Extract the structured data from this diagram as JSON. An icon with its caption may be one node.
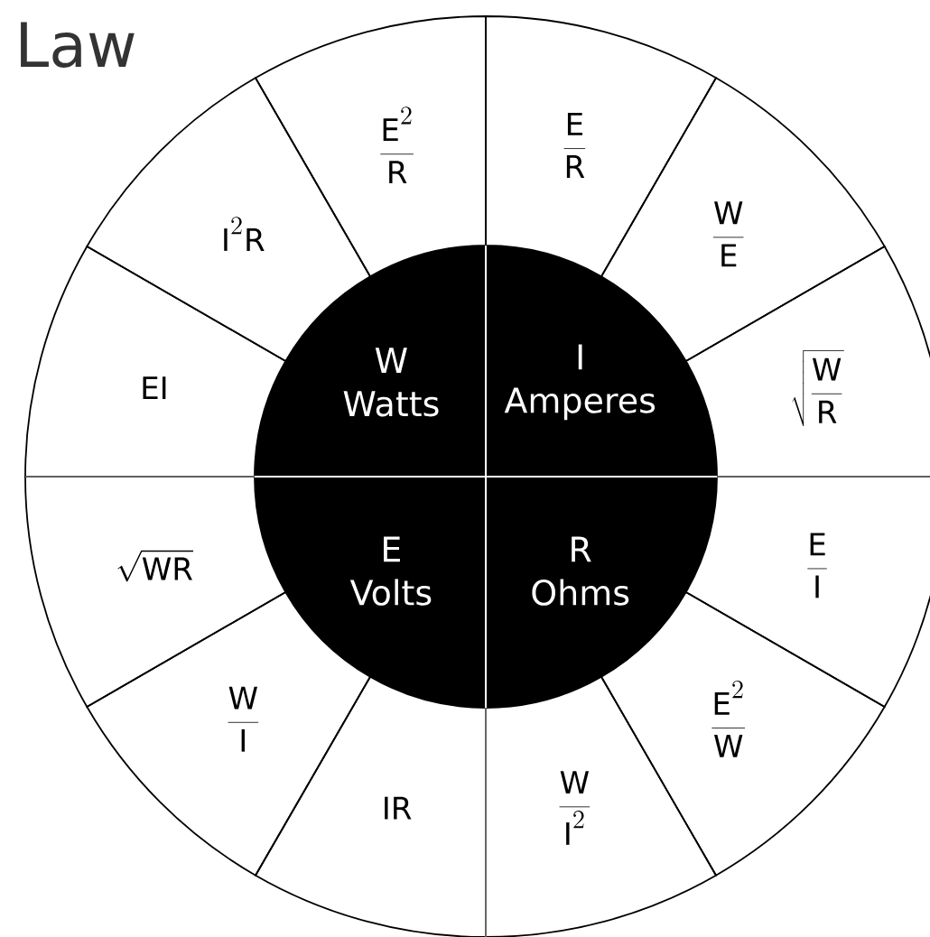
{
  "diagram": {
    "title": "Law",
    "nodes": [
      {
        "text": [
          "W",
          "Watts"
        ]
      },
      {
        "text": [
          "I",
          "Amperes"
        ]
      },
      {
        "text": [
          "E",
          "Volts"
        ]
      },
      {
        "text": [
          "R",
          "Ohms"
        ]
      },
      {
        "text": [
          "\\frac{E^{2}}{R}"
        ]
      },
      {
        "text": [
          "\\frac{E}{R}"
        ]
      },
      {
        "text": [
          "\\frac{W}{E}"
        ]
      },
      {
        "text": [
          "\\sqrt{\\frac{W}{R}}"
        ]
      },
      {
        "text": [
          "\\frac{E}{I}"
        ]
      },
      {
        "text": [
          "\\frac{E^{2}}{W}"
        ]
      },
      {
        "text": [
          "\\frac{W}{I^{2}}"
        ]
      },
      {
        "text": [
          "IR"
        ]
      },
      {
        "text": [
          "\\frac{W}{I}"
        ]
      },
      {
        "text": [
          "\\sqrt{WR}"
        ]
      },
      {
        "text": [
          "EI"
        ]
      },
      {
        "text": [
          "I^{2}R"
        ]
      }
    ]
  }
}
